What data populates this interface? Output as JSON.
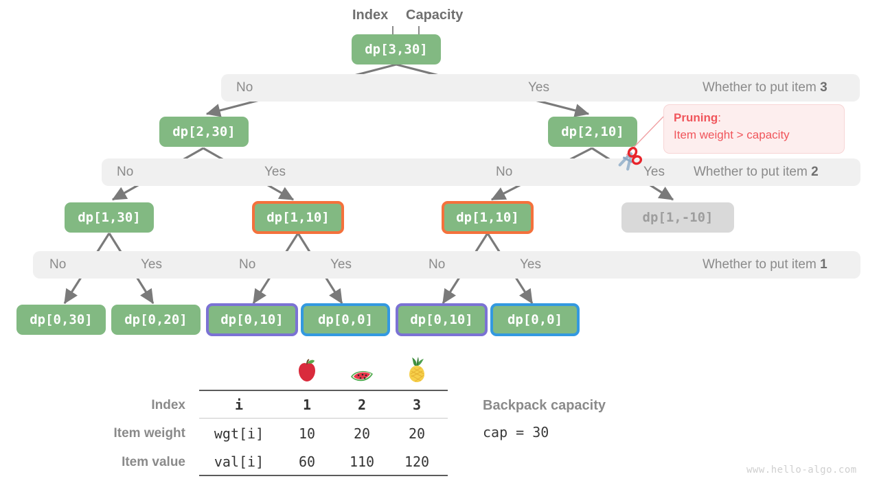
{
  "header": {
    "index_label": "Index",
    "capacity_label": "Capacity"
  },
  "tree": {
    "nodes": [
      {
        "id": "n3_30",
        "label": "dp[3,30]",
        "style": "plain"
      },
      {
        "id": "n2_30",
        "label": "dp[2,30]",
        "style": "plain"
      },
      {
        "id": "n2_10",
        "label": "dp[2,10]",
        "style": "plain"
      },
      {
        "id": "n1_30",
        "label": "dp[1,30]",
        "style": "plain"
      },
      {
        "id": "n1_10a",
        "label": "dp[1,10]",
        "style": "orange"
      },
      {
        "id": "n1_10b",
        "label": "dp[1,10]",
        "style": "orange"
      },
      {
        "id": "n1_m10",
        "label": "dp[1,-10]",
        "style": "gray"
      },
      {
        "id": "n0_30",
        "label": "dp[0,30]",
        "style": "plain"
      },
      {
        "id": "n0_20",
        "label": "dp[0,20]",
        "style": "plain"
      },
      {
        "id": "n0_10a",
        "label": "dp[0,10]",
        "style": "purple"
      },
      {
        "id": "n0_0a",
        "label": "dp[0,0]",
        "style": "blue"
      },
      {
        "id": "n0_10b",
        "label": "dp[0,10]",
        "style": "purple"
      },
      {
        "id": "n0_0b",
        "label": "dp[0,0]",
        "style": "blue"
      }
    ],
    "bands": [
      {
        "question": "Whether to put item ",
        "item": "3",
        "choices": [
          "No",
          "Yes"
        ]
      },
      {
        "question": "Whether to put item ",
        "item": "2",
        "choices": [
          "No",
          "Yes",
          "No",
          "Yes"
        ]
      },
      {
        "question": "Whether to put item ",
        "item": "1",
        "choices": [
          "No",
          "Yes",
          "No",
          "Yes",
          "No",
          "Yes"
        ]
      }
    ]
  },
  "pruning": {
    "title": "Pruning",
    "colon": ":",
    "reason": "Item weight > capacity",
    "icon": "scissors-icon",
    "color": "#f0555b"
  },
  "table": {
    "fruits": [
      "apple-icon",
      "watermelon-icon",
      "pineapple-icon"
    ],
    "rows": [
      {
        "label": "Index",
        "key": "i",
        "values": [
          "1",
          "2",
          "3"
        ],
        "bold": true
      },
      {
        "label": "Item weight",
        "key": "wgt[i]",
        "values": [
          "10",
          "20",
          "20"
        ],
        "bold": false
      },
      {
        "label": "Item value",
        "key": "val[i]",
        "values": [
          "60",
          "110",
          "120"
        ],
        "bold": false
      }
    ]
  },
  "capacity": {
    "heading": "Backpack capacity",
    "value": "cap = 30"
  },
  "watermark": "www.hello-algo.com",
  "colors": {
    "node_fill": "#82b982",
    "band_fill": "#f0f0f0",
    "orange": "#f4713c",
    "purple": "#7b72d4",
    "blue": "#3399e0",
    "gray_node": "#d9d9d9",
    "arrow": "#7a7a7a",
    "pruning_red": "#f0555b"
  }
}
